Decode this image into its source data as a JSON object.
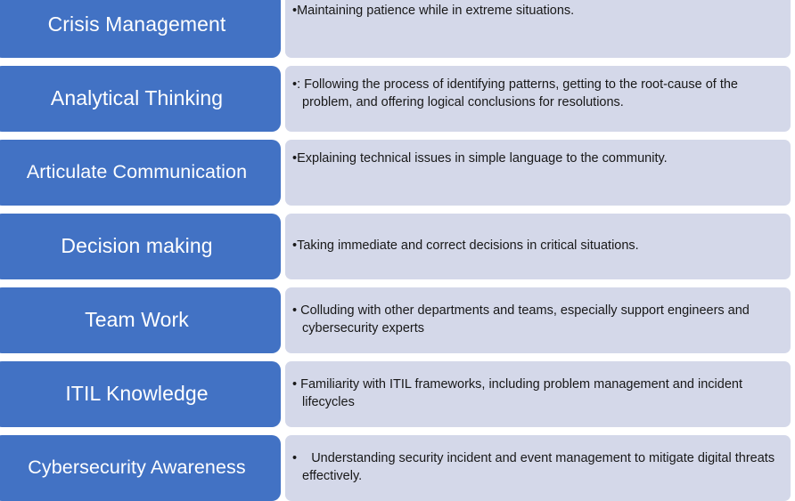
{
  "diagram": {
    "type": "two-column-list",
    "title_column_color": "#4272C4",
    "description_column_color": "#D4D8E9",
    "title_text_color": "#FFFFFF",
    "description_text_color": "#181818",
    "row_count": 7,
    "rows": [
      {
        "label": "Crisis Management",
        "bullet": "•",
        "description": "Maintaining patience while in extreme situations.",
        "align": "top"
      },
      {
        "label": "Analytical Thinking",
        "bullet": "•",
        "description": ": Following the process of identifying patterns, getting to the root-cause of the problem, and offering logical conclusions for resolutions.",
        "align": "top"
      },
      {
        "label": "Articulate Communication",
        "bullet": "•",
        "description": "Explaining technical issues in simple language to the community.",
        "align": "top"
      },
      {
        "label": "Decision making",
        "bullet": "•",
        "description": "Taking immediate and correct decisions in critical situations.",
        "align": "mid"
      },
      {
        "label": "Team Work",
        "bullet": "•",
        "description": " Colluding with other departments and teams, especially support engineers and cybersecurity experts",
        "align": "mid"
      },
      {
        "label": "ITIL Knowledge",
        "bullet": "•",
        "description": " Familiarity with ITIL frameworks, including problem management and incident lifecycles",
        "align": "mid"
      },
      {
        "label": "Cybersecurity Awareness",
        "bullet": "•",
        "description": "    Understanding security incident and event management to mitigate digital threats effectively.",
        "align": "mid"
      }
    ]
  }
}
